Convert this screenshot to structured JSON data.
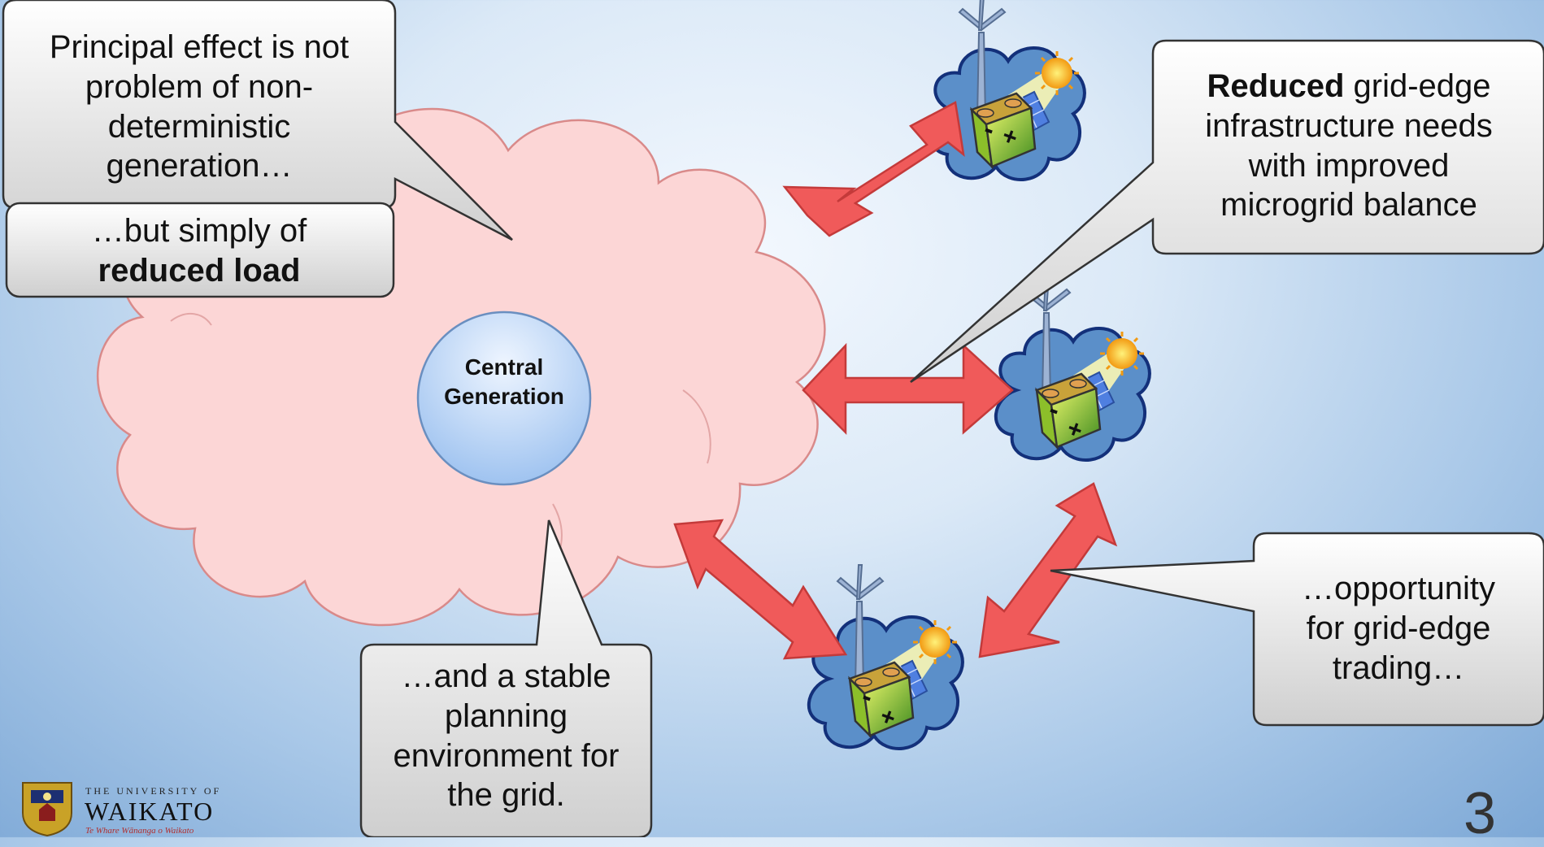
{
  "diagram": {
    "central_node": {
      "line1": "Central",
      "line2": "Generation"
    },
    "callouts": {
      "principal_effect": {
        "line1": "Principal effect is not",
        "line2": "problem of non-",
        "line3": "deterministic",
        "line4": "generation…"
      },
      "reduced_load": {
        "prefix": "…but simply of",
        "bold": "reduced load"
      },
      "stable_planning": {
        "line1": "…and a stable",
        "line2": "planning",
        "line3": "environment for",
        "line4": "the grid."
      },
      "grid_edge_infra": {
        "bold": "Reduced",
        "rest1": " grid-edge",
        "line2": "infrastructure needs",
        "line3": "with improved",
        "line4": "microgrid balance"
      },
      "trading": {
        "line1": "…opportunity",
        "line2": "for grid-edge",
        "line3": "trading…"
      }
    },
    "battery_symbols": {
      "minus": "-",
      "plus": "+"
    }
  },
  "footer": {
    "university_small": "THE UNIVERSITY OF",
    "university_big": "WAIKATO",
    "motto": "Te Whare Wānanga o Waikato",
    "slide_number": "3"
  },
  "colors": {
    "cloud_pink": "#fcd6d6",
    "cloud_pink_stroke": "#d98a8a",
    "microgrid_blue": "#5b8fc9",
    "arrow_red": "#f05a5a",
    "central_circle": "#cde2fb",
    "callout_fill": "#e6e6e6"
  }
}
